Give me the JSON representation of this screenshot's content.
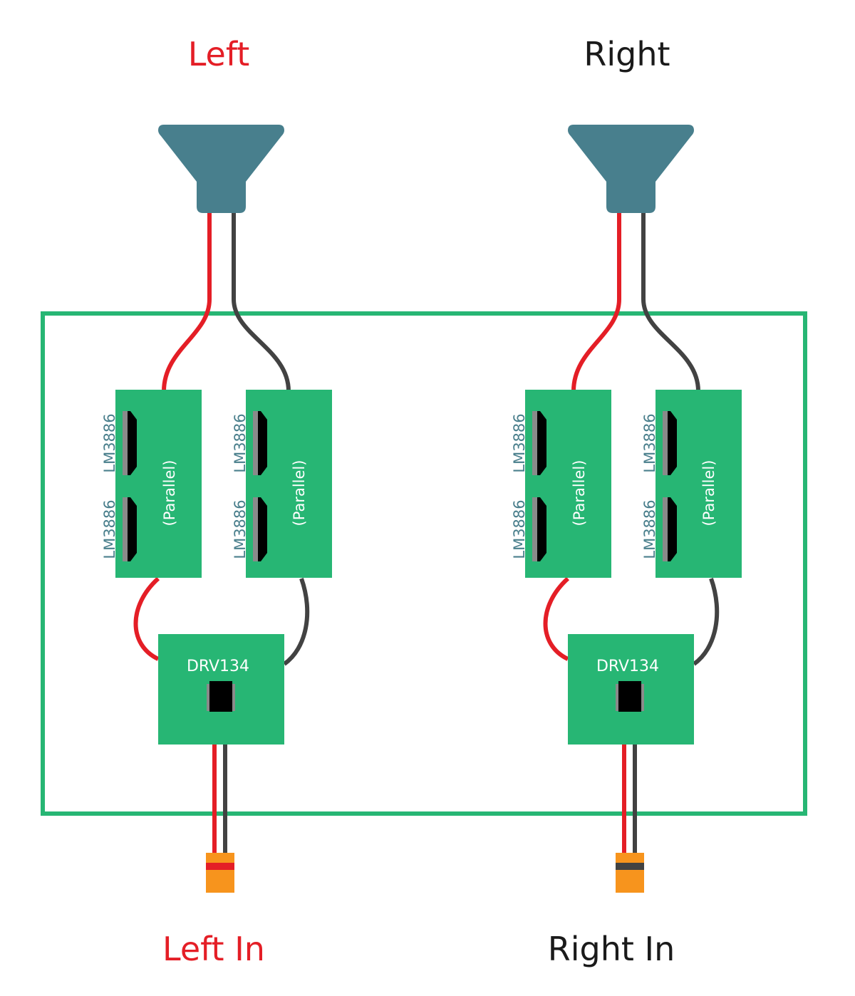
{
  "colors": {
    "wire_red": "#e41e26",
    "wire_black": "#424242",
    "board_green": "#27b674",
    "enclosure_green": "#27b674",
    "speaker": "#487f8d",
    "connector": "#f7941d",
    "chip": "#000000",
    "chip_tab": "#8a8a8a",
    "label_teal": "#4a7f8c",
    "label_white": "#ffffff",
    "title_left": "#e41e26",
    "title_right": "#1a1a1a"
  },
  "channels": [
    {
      "title": "Left",
      "input_label": "Left In",
      "speaker_icon": "speaker-icon",
      "amp_boards": [
        {
          "chips": [
            "LM3886",
            "LM3886"
          ],
          "mode": "(Parallel)"
        },
        {
          "chips": [
            "LM3886",
            "LM3886"
          ],
          "mode": "(Parallel)"
        }
      ],
      "driver": {
        "label": "DRV134"
      }
    },
    {
      "title": "Right",
      "input_label": "Right In",
      "speaker_icon": "speaker-icon",
      "amp_boards": [
        {
          "chips": [
            "LM3886",
            "LM3886"
          ],
          "mode": "(Parallel)"
        },
        {
          "chips": [
            "LM3886",
            "LM3886"
          ],
          "mode": "(Parallel)"
        }
      ],
      "driver": {
        "label": "DRV134"
      }
    }
  ]
}
